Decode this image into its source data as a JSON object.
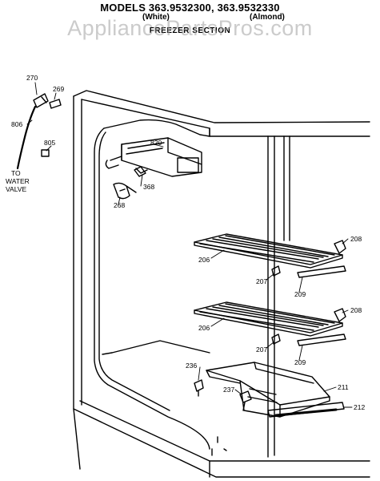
{
  "header": {
    "models": "MODELS 363.9532300, 363.9532330",
    "white": "(White)",
    "almond": "(Almond)",
    "section": "FREEZER SECTION"
  },
  "watermark": "AppliancePartsPros.com",
  "callouts": {
    "p270": "270",
    "p269": "269",
    "p806": "806",
    "p805": "805",
    "water_valve": [
      "TO",
      "WATER",
      "VALVE"
    ],
    "p820": "820",
    "p368": "368",
    "p268": "268",
    "p208a": "208",
    "p206a": "206",
    "p207a": "207",
    "p209a": "209",
    "p208b": "208",
    "p206b": "206",
    "p207b": "207",
    "p209b": "209",
    "p236": "236",
    "p237": "237",
    "p211": "211",
    "p212": "212"
  }
}
